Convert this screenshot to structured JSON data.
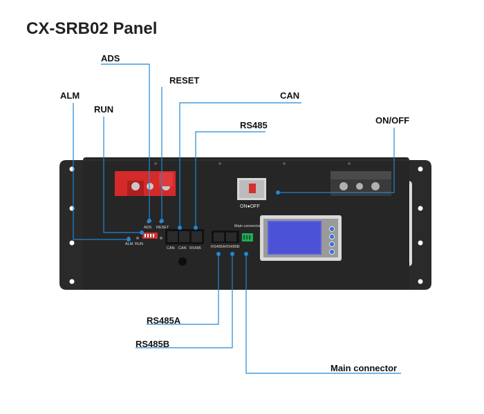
{
  "title": "CX-SRB02 Panel",
  "callouts": {
    "ads": "ADS",
    "reset": "RESET",
    "can": "CAN",
    "alm": "ALM",
    "run": "RUN",
    "rs485": "RS485",
    "on_off": "ON/OFF",
    "rs485a": "RS485A",
    "rs485b": "RS485B",
    "main_connector": "Main connector"
  },
  "panel_labels": {
    "ads": "ADS",
    "reset": "RESET",
    "alm": "ALM",
    "run": "RUN",
    "can": "CAN",
    "can2": "CAN",
    "rs485": "RS485",
    "rs485a": "RS485A",
    "rs485b": "RS485B",
    "main_connector": "Main connector",
    "on_off": "ON●OFF"
  },
  "colors": {
    "leader_line": "#1e88d8",
    "panel": "#262626",
    "positive_terminal": "#d42a2a",
    "lcd": "#5a60e0"
  }
}
